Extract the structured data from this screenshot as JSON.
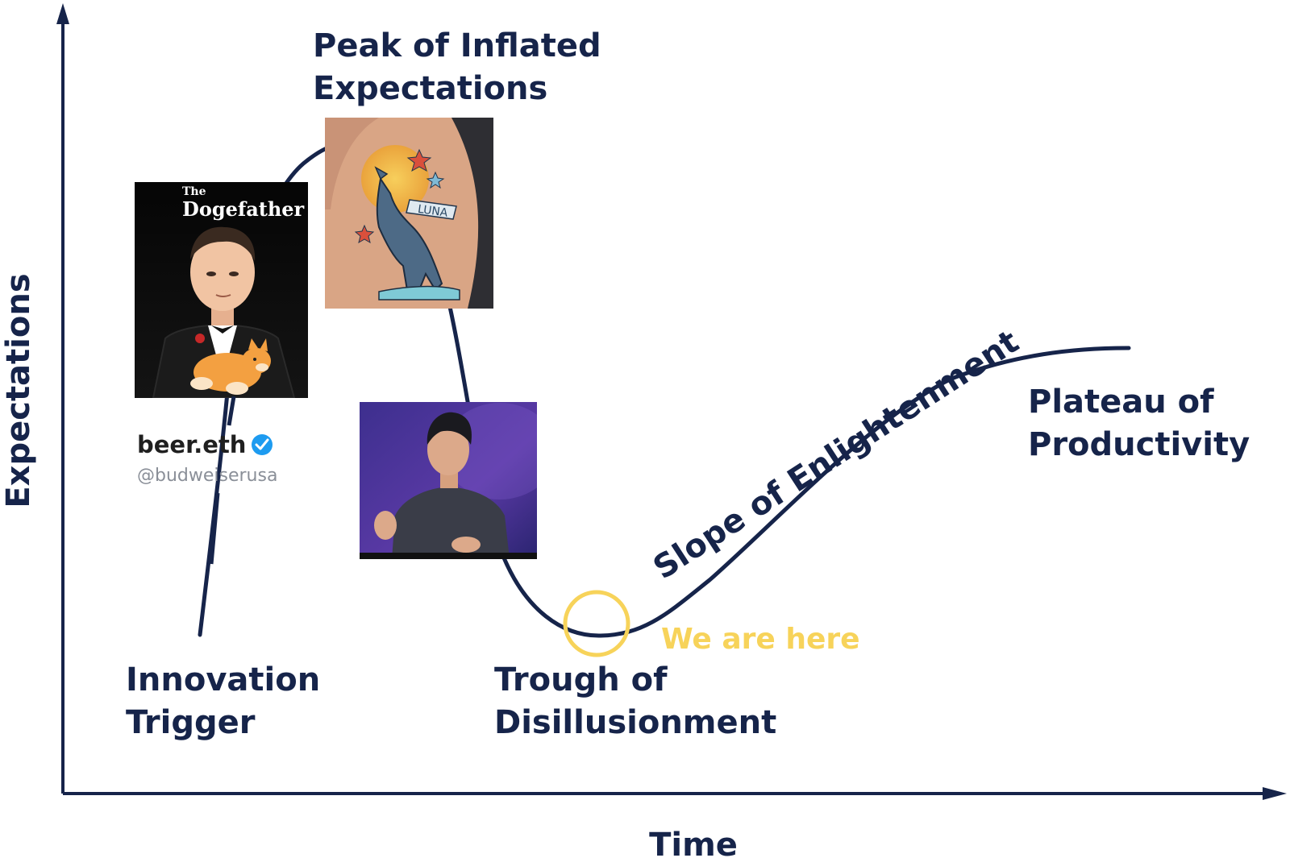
{
  "axes": {
    "y_label": "Expectations",
    "x_label": "Time"
  },
  "phases": {
    "innovation_trigger": [
      "Innovation",
      "Trigger"
    ],
    "peak": [
      "Peak of Inflated",
      "Expectations"
    ],
    "trough": [
      "Trough of",
      "Disillusionment"
    ],
    "slope": "Slope of Enlightenment",
    "plateau": [
      "Plateau of",
      "Productivity"
    ]
  },
  "marker": {
    "label": "We are here",
    "color": "#f7d35a"
  },
  "images": {
    "dogefather": {
      "title_small": "The",
      "title_large": "Dogefather"
    },
    "tattoo": {
      "banner_text": "LUNA"
    },
    "speaker": {}
  },
  "profile": {
    "name": "beer.eth",
    "handle": "@budweiserusa",
    "verified_icon": "verified-check-icon"
  },
  "colors": {
    "curve": "#16244a",
    "text": "#16244a",
    "marker": "#f7d35a"
  }
}
